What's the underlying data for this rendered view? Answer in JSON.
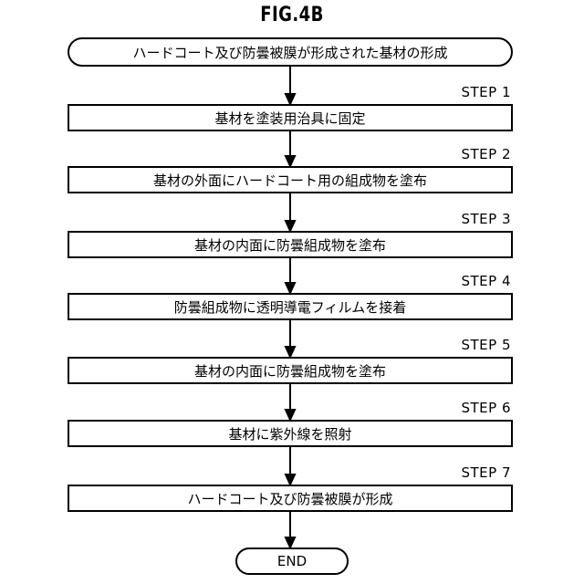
{
  "figure_label": "FIG.4B",
  "start_label": "ハードコート及び防曇被膜が形成された基材の形成",
  "steps": [
    {
      "tag": "STEP 1",
      "text": "基材を塗装用治具に固定"
    },
    {
      "tag": "STEP 2",
      "text": "基材の外面にハードコート用の組成物を塗布"
    },
    {
      "tag": "STEP 3",
      "text": "基材の内面に防曇組成物を塗布"
    },
    {
      "tag": "STEP 4",
      "text": "防曇組成物に透明導電フィルムを接着"
    },
    {
      "tag": "STEP 5",
      "text": "基材の内面に防曇組成物を塗布"
    },
    {
      "tag": "STEP 6",
      "text": "基材に紫外線を照射"
    },
    {
      "tag": "STEP 7",
      "text": "ハードコート及び防曇被膜が形成"
    }
  ],
  "end_label": "END"
}
